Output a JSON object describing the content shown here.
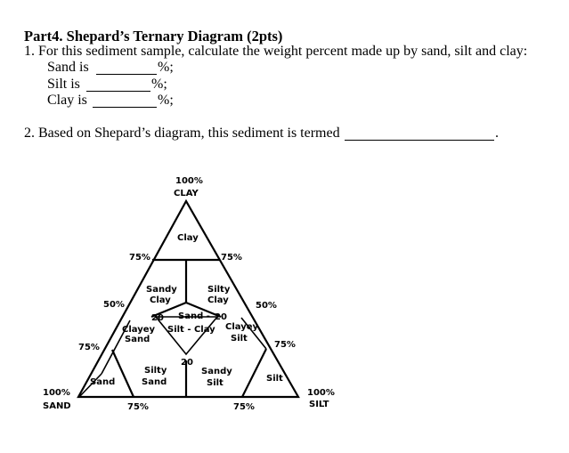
{
  "worksheet": {
    "title": "Part4. Shepard’s Ternary Diagram (2pts)",
    "q1": {
      "prompt": "1. For this sediment sample, calculate the weight percent made up by sand, silt and clay:",
      "sand_label": "Sand is",
      "silt_label": "Silt is",
      "clay_label": "Clay is",
      "suffix": "%;"
    },
    "q2": {
      "prompt": "2. Based on Shepard’s diagram, this sediment is termed",
      "end": "."
    }
  },
  "diagram": {
    "corners": {
      "clay_pct": "100%",
      "clay": "CLAY",
      "sand_pct": "100%",
      "sand": "SAND",
      "silt_pct": "100%",
      "silt": "SILT"
    },
    "ticks": {
      "clay_75_left": "75%",
      "clay_75_right": "75%",
      "clay_50_left": "50%",
      "clay_50_right": "50%",
      "sand_75_left": "75%",
      "silt_75_right": "75%",
      "bottom_75_left": "75%",
      "bottom_75_right": "75%",
      "inner_20_left": "20",
      "inner_20_right": "20",
      "inner_20_bottom": "20"
    },
    "fields": {
      "clay": "Clay",
      "sandy_clay_1": "Sandy",
      "sandy_clay_2": "Clay",
      "silty_clay_1": "Silty",
      "silty_clay_2": "Clay",
      "sand_silt_clay_1": "Sand -",
      "sand_silt_clay_2": "Silt - Clay",
      "clayey_sand_1": "Clayey",
      "clayey_sand_2": "Sand",
      "clayey_silt_1": "Clayey",
      "clayey_silt_2": "Silt",
      "silty_sand_1": "Silty",
      "silty_sand_2": "Sand",
      "sandy_silt_1": "Sandy",
      "sandy_silt_2": "Silt",
      "sand": "Sand",
      "silt": "Silt"
    }
  }
}
